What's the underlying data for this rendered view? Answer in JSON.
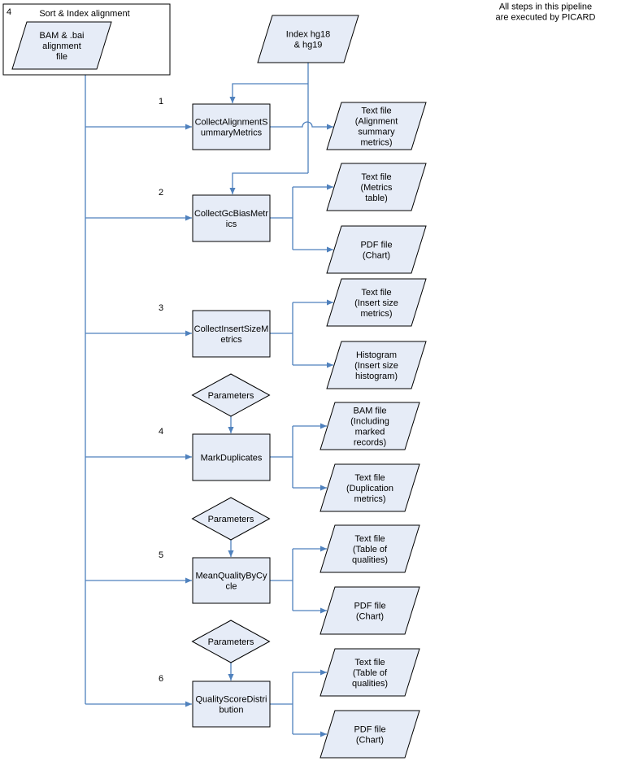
{
  "note": [
    "All steps in this pipeline",
    "are executed by PICARD"
  ],
  "source": {
    "step_number": "4",
    "title": "Sort & Index alignment",
    "input": [
      "BAM & .bai",
      "alignment",
      "file"
    ]
  },
  "index": [
    "Index hg18",
    "& hg19"
  ],
  "parameters_label": "Parameters",
  "steps": [
    {
      "number": "1",
      "name": [
        "CollectAlignmentS",
        "ummaryMetrics"
      ],
      "outputs": [
        [
          "Text file",
          "(Alignment",
          "summary",
          "metrics)"
        ]
      ]
    },
    {
      "number": "2",
      "name": [
        "CollectGcBiasMetr",
        "ics"
      ],
      "outputs": [
        [
          "Text file",
          "(Metrics",
          "table)"
        ],
        [
          "PDF file",
          "(Chart)"
        ]
      ]
    },
    {
      "number": "3",
      "name": [
        "CollectInsertSizeM",
        "etrics"
      ],
      "outputs": [
        [
          "Text file",
          "(Insert size",
          "metrics)"
        ],
        [
          "Histogram",
          "(Insert size",
          "histogram)"
        ]
      ]
    },
    {
      "number": "4",
      "name": [
        "MarkDuplicates"
      ],
      "outputs": [
        [
          "BAM file",
          "(Including",
          "marked",
          "records)"
        ],
        [
          "Text file",
          "(Duplication",
          "metrics)"
        ]
      ]
    },
    {
      "number": "5",
      "name": [
        "MeanQualityByCy",
        "cle"
      ],
      "outputs": [
        [
          "Text file",
          "(Table of",
          "qualities)"
        ],
        [
          "PDF file",
          "(Chart)"
        ]
      ]
    },
    {
      "number": "6",
      "name": [
        "QualityScoreDistri",
        "bution"
      ],
      "outputs": [
        [
          "Text file",
          "(Table of",
          "qualities)"
        ],
        [
          "PDF file",
          "(Chart)"
        ]
      ]
    }
  ]
}
